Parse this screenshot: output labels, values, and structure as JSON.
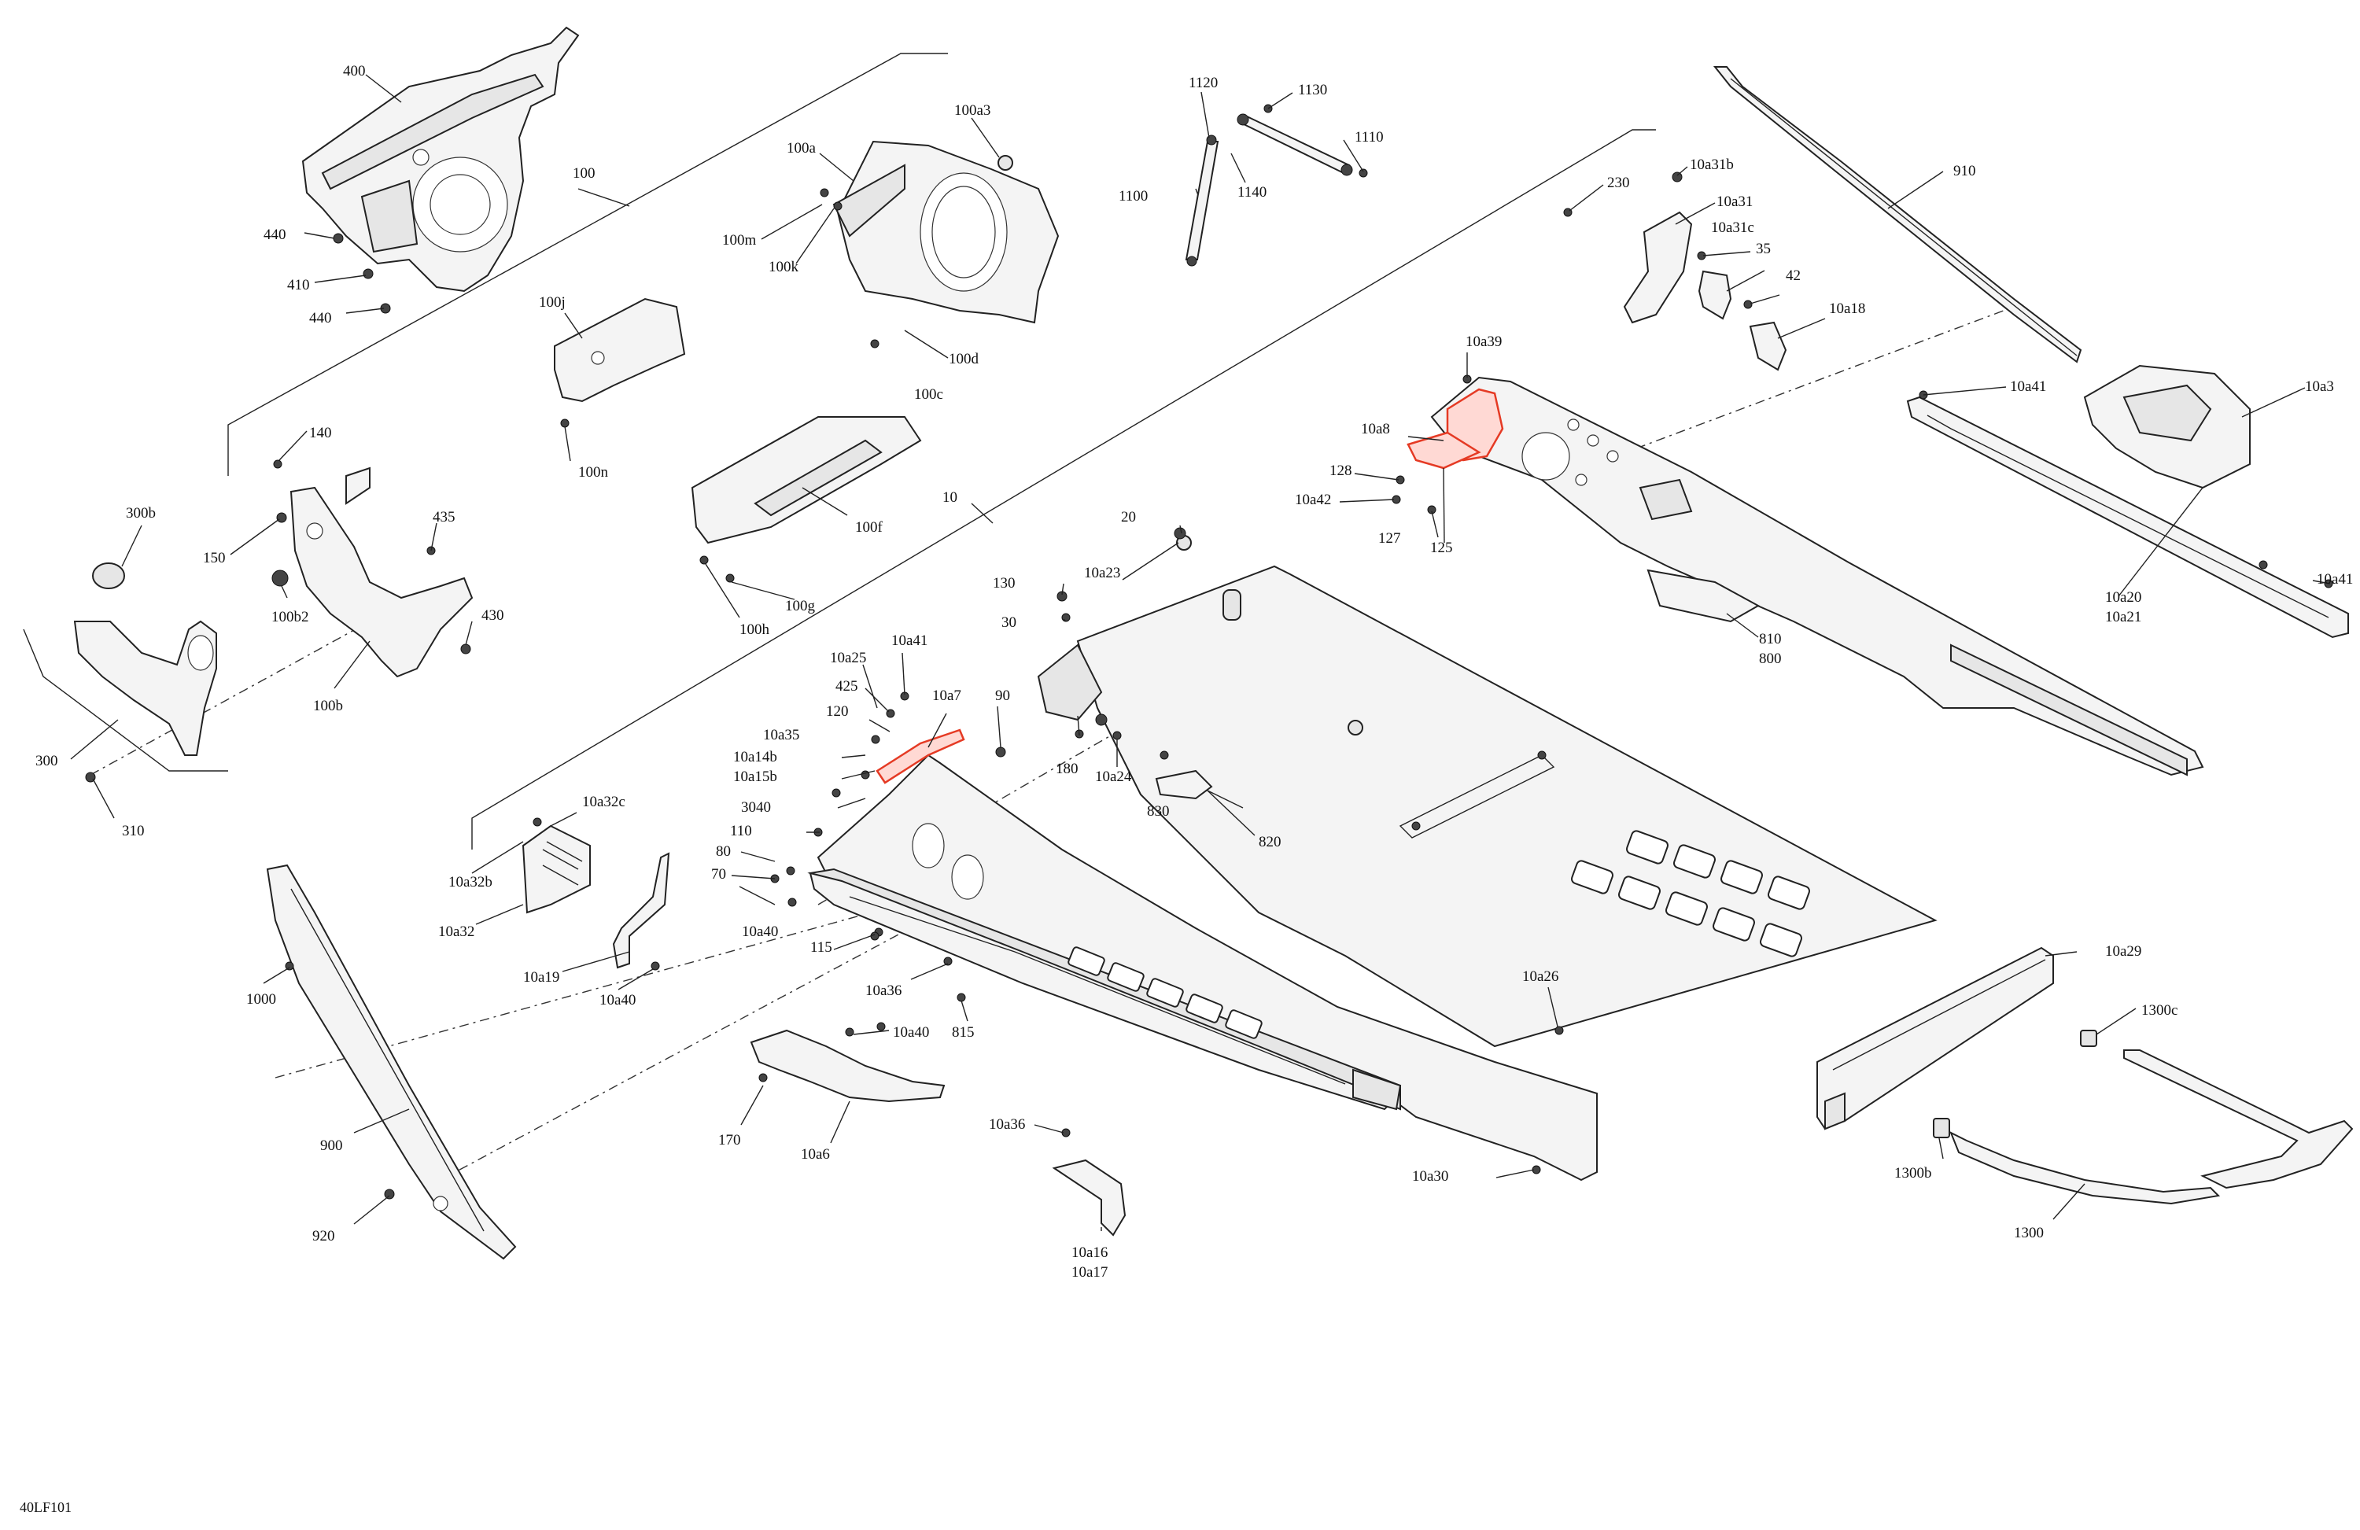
{
  "diagram_code": "40LF101",
  "highlight_color": "#e53a24",
  "callouts": {
    "c400": "400",
    "c100": "100",
    "c440a": "440",
    "c410": "410",
    "c440b": "440",
    "c100a3": "100a3",
    "c100a": "100a",
    "c100m": "100m",
    "c100k": "100k",
    "c100d": "100d",
    "c100c": "100c",
    "c1120": "1120",
    "c1130": "1130",
    "c1110": "1110",
    "c1100": "1100",
    "c1140": "1140",
    "c910": "910",
    "c10a31b": "10a31b",
    "c230": "230",
    "c10a31": "10a31",
    "c10a31c": "10a31c",
    "c35": "35",
    "c42": "42",
    "c10a18": "10a18",
    "c100j": "100j",
    "c100n": "100n",
    "c100f": "100f",
    "c100g": "100g",
    "c100h": "100h",
    "c140": "140",
    "c150": "150",
    "c435": "435",
    "c430": "430",
    "c100b2": "100b2",
    "c100b": "100b",
    "c300b": "300b",
    "c300": "300",
    "c310": "310",
    "c10": "10",
    "c10a39": "10a39",
    "c10a8": "10a8",
    "c128": "128",
    "c10a42": "10a42",
    "c127": "127",
    "c125": "125",
    "c10a41a": "10a41",
    "c10a3": "10a3",
    "c10a41b": "10a41",
    "c10a20": "10a20",
    "c10a21": "10a21",
    "c810": "810",
    "c800": "800",
    "c20": "20",
    "c130": "130",
    "c10a23": "10a23",
    "c30": "30",
    "c10a41c": "10a41",
    "c10a25": "10a25",
    "c10a7": "10a7",
    "c90": "90",
    "c425": "425",
    "c120": "120",
    "c10a35": "10a35",
    "c10a14b": "10a14b",
    "c10a15b": "10a15b",
    "c3040": "3040",
    "c110": "110",
    "c80": "80",
    "c70": "70",
    "c10a40a": "10a40",
    "c180": "180",
    "c10a24": "10a24",
    "c830": "830",
    "c820": "820",
    "c10a32c": "10a32c",
    "c10a32b": "10a32b",
    "c10a32": "10a32",
    "c10a19": "10a19",
    "c10a40b": "10a40",
    "c115": "115",
    "c10a36a": "10a36",
    "c815": "815",
    "c10a40c": "10a40",
    "c170": "170",
    "c10a6": "10a6",
    "c1000": "1000",
    "c900": "900",
    "c920": "920",
    "c10a36b": "10a36",
    "c10a16": "10a16",
    "c10a17": "10a17",
    "c10a26": "10a26",
    "c10a30": "10a30",
    "c10a29": "10a29",
    "c1300c": "1300c",
    "c1300b": "1300b",
    "c1300": "1300"
  }
}
